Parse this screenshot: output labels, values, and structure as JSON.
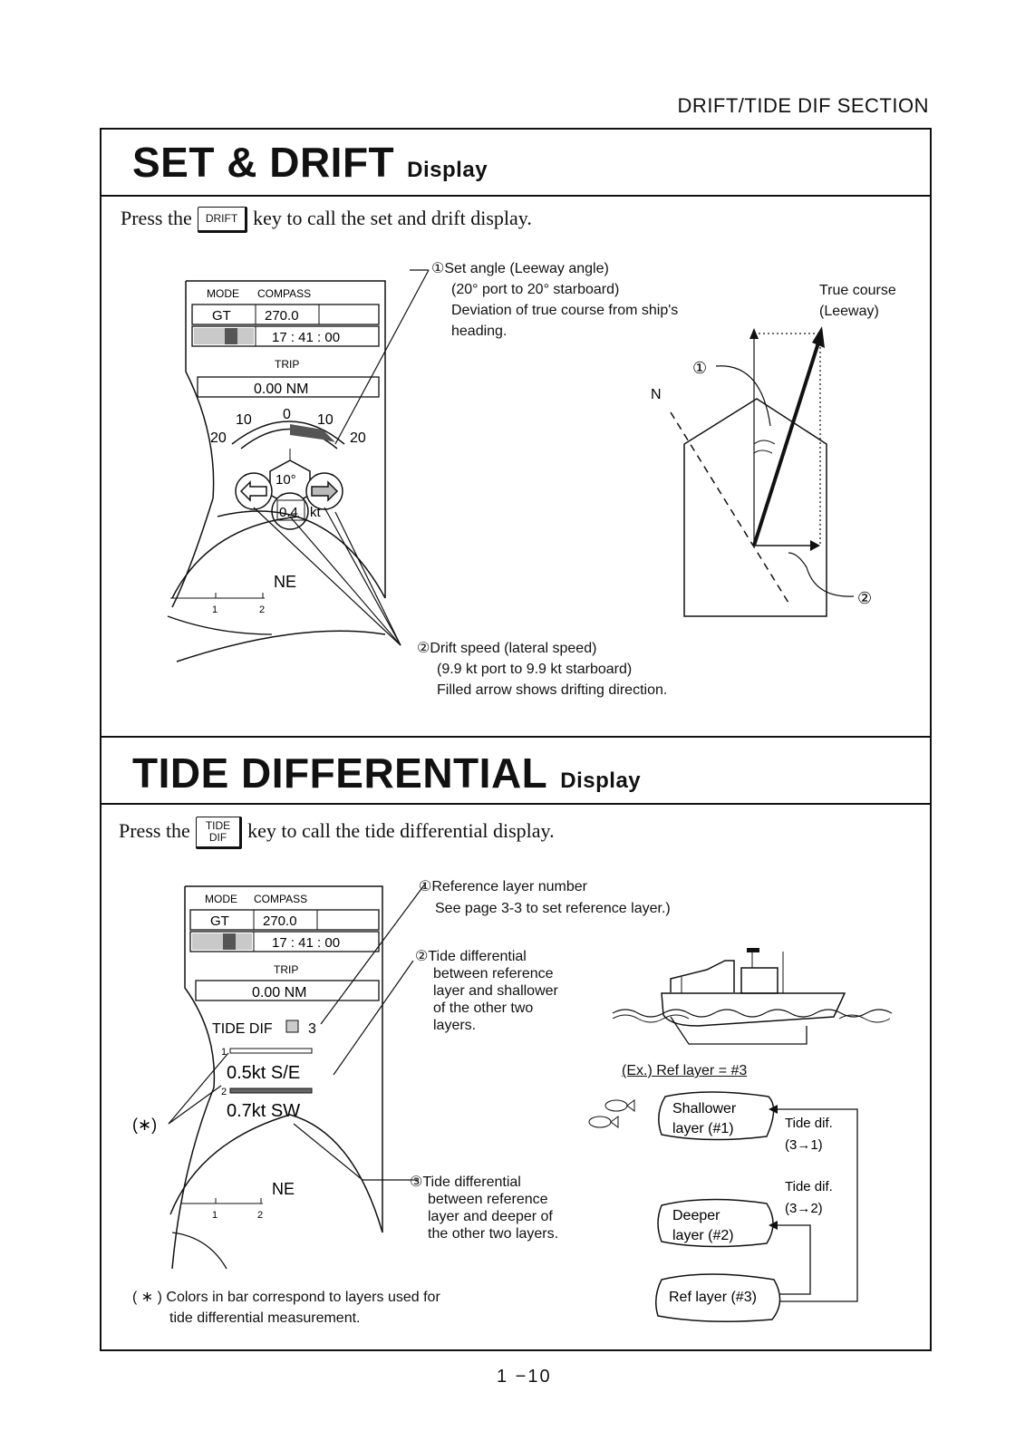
{
  "header": {
    "section_label": "DRIFT/TIDE DIF SECTION"
  },
  "set_drift": {
    "title": "SET & DRIFT",
    "subtitle": "Display",
    "press_prefix": "Press the",
    "key_label": "DRIFT",
    "press_suffix": "key to call the set and drift display.",
    "screen": {
      "mode_label": "MODE",
      "compass_label": "COMPASS",
      "mode_value": "GT",
      "compass_value": "270.0",
      "time": "17 : 41 : 00",
      "trip_label": "TRIP",
      "trip_value": "0.00 NM",
      "scale_left_20": "20",
      "scale_left_10": "10",
      "scale_zero": "0",
      "scale_right_10": "10",
      "scale_right_20": "20",
      "angle": "10°",
      "speed": "0.4",
      "speed_unit": "kt",
      "heading": "NE",
      "range_1": "1",
      "range_2": "2"
    },
    "note1": {
      "marker": "①",
      "title": "Set angle (Leeway angle)",
      "line2": "(20° port to 20° starboard)",
      "line3": "Deviation of true course from ship's",
      "line4": "heading."
    },
    "note2": {
      "marker": "②",
      "title": "Drift speed (lateral speed)",
      "line2": "(9.9 kt port to 9.9 kt starboard)",
      "line3": "Filled arrow shows drifting direction."
    },
    "ship_diagram": {
      "true_course": "True course",
      "leeway": "(Leeway)",
      "north": "N",
      "marker1": "①",
      "marker2": "②"
    }
  },
  "tide_dif": {
    "title": "TIDE DIFFERENTIAL",
    "subtitle": "Display",
    "press_prefix": "Press the",
    "key_line1": "TIDE",
    "key_line2": "DIF",
    "press_suffix": "key to call the tide differential display.",
    "screen": {
      "mode_label": "MODE",
      "compass_label": "COMPASS",
      "mode_value": "GT",
      "compass_value": "270.0",
      "time": "17 : 41 : 00",
      "trip_label": "TRIP",
      "trip_value": "0.00 NM",
      "tide_label": "TIDE  DIF",
      "ref_layer": "3",
      "bar1_num": "1",
      "bar2_num": "2",
      "value1": "0.5kt  S/E",
      "value2": "0.7kt  SW",
      "heading": "NE",
      "range_1": "1",
      "range_2": "2",
      "asterisk": "(∗)"
    },
    "note1": {
      "marker": "①",
      "title": "Reference layer number",
      "line2": "See page 3-3 to set reference layer.)"
    },
    "note2": {
      "marker": "②",
      "title": "Tide differential",
      "line2": "between reference",
      "line3": "layer and shallower",
      "line4": "of the other two",
      "line5": "layers."
    },
    "note3": {
      "marker": "③",
      "title": "Tide differential",
      "line2": "between reference",
      "line3": "layer and deeper of",
      "line4": "the other two layers."
    },
    "example": {
      "caption": "(Ex.) Ref layer = #3",
      "shallower_1": "Shallower",
      "shallower_2": "layer (#1)",
      "deeper_1": "Deeper",
      "deeper_2": "layer (#2)",
      "ref": "Ref layer (#3)",
      "tide_dif_a_1": "Tide dif.",
      "tide_dif_a_2": "(3→1)",
      "tide_dif_b_1": "Tide dif.",
      "tide_dif_b_2": "(3→2)"
    },
    "footnote_line1": "( ∗ ) Colors in bar correspond to layers used for",
    "footnote_line2": "tide differential measurement."
  },
  "footer": {
    "page_number": "1 −10"
  }
}
